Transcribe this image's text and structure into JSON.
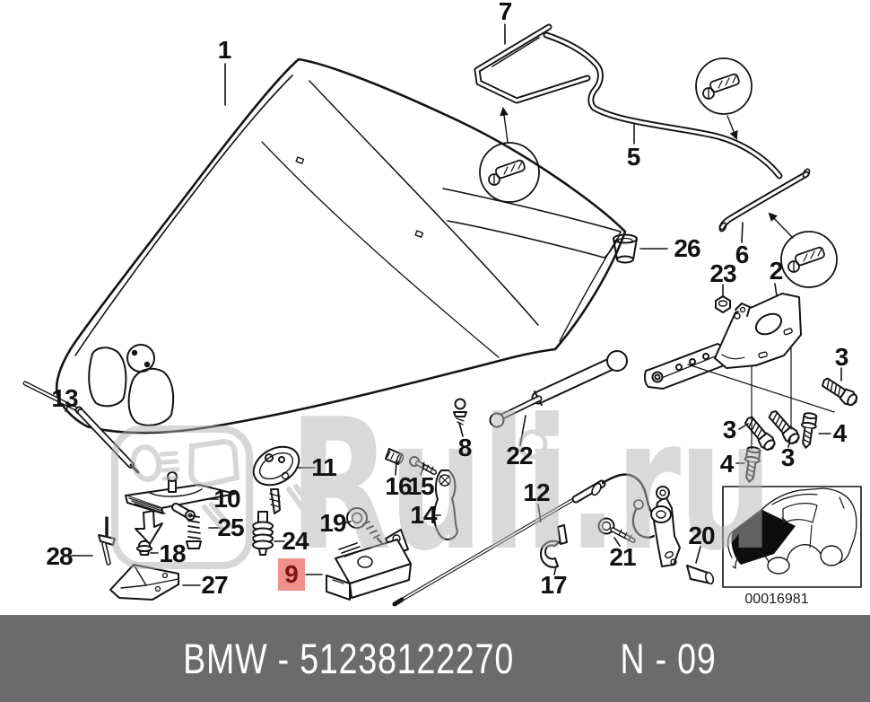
{
  "watermark": {
    "text": "Ruli.ru"
  },
  "footer": {
    "left": "BMW - 51238122270",
    "right": "N - 09"
  },
  "inset": {
    "image_number": "00016981"
  },
  "highlight": {
    "part": "9"
  },
  "colors": {
    "footer_background": "#6b6b6b",
    "footer_text": "#ffffff",
    "highlight_background": "#f0908a",
    "highlight_text": "#7c1412",
    "line_art": "#141414",
    "watermark_gray": "#b5b5b5"
  },
  "part_labels": [
    {
      "text": "1"
    },
    {
      "text": "7"
    },
    {
      "text": "5"
    },
    {
      "text": "6"
    },
    {
      "text": "26"
    },
    {
      "text": "23"
    },
    {
      "text": "2"
    },
    {
      "text": "3"
    },
    {
      "text": "4"
    },
    {
      "text": "3"
    },
    {
      "text": "3"
    },
    {
      "text": "4"
    },
    {
      "text": "13"
    },
    {
      "text": "8"
    },
    {
      "text": "22"
    },
    {
      "text": "12"
    },
    {
      "text": "11"
    },
    {
      "text": "10"
    },
    {
      "text": "25"
    },
    {
      "text": "18"
    },
    {
      "text": "28"
    },
    {
      "text": "27"
    },
    {
      "text": "24"
    },
    {
      "text": "19"
    },
    {
      "text": "16"
    },
    {
      "text": "15"
    },
    {
      "text": "14"
    },
    {
      "text": "17"
    },
    {
      "text": "21"
    },
    {
      "text": "20"
    }
  ]
}
